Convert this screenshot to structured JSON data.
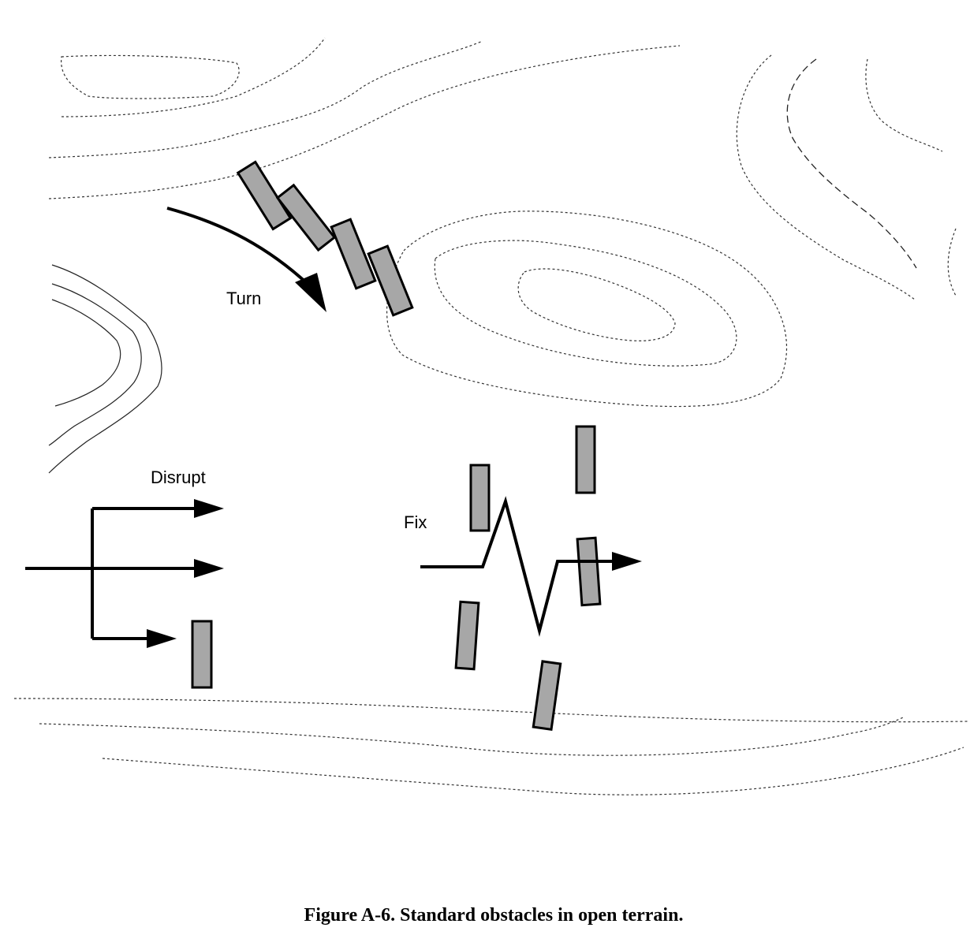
{
  "labels": {
    "turn": "Turn",
    "disrupt": "Disrupt",
    "fix": "Fix"
  },
  "caption": "Figure A-6. Standard obstacles in open terrain.",
  "colors": {
    "obstacle_fill": "#a7a7a7",
    "line": "#000000"
  }
}
